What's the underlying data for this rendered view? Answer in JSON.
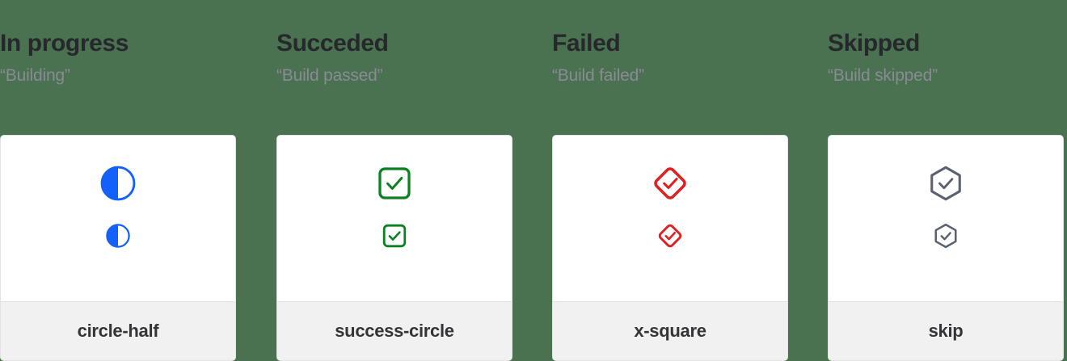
{
  "page": {
    "background_color": "#4a7150",
    "card_background": "#ffffff",
    "card_footer_background": "#f1f1f1",
    "card_border_color": "#e3e3e3"
  },
  "columns": [
    {
      "title": "In progress",
      "subtitle": "“Building”",
      "icon_name": "circle-half-icon",
      "icon_label": "circle-half",
      "color": "#1361fa"
    },
    {
      "title": "Succeded",
      "subtitle": "“Build passed”",
      "icon_name": "success-circle-icon",
      "icon_label": "success-circle",
      "color": "#0b8021"
    },
    {
      "title": "Failed",
      "subtitle": "“Build failed”",
      "icon_name": "x-square-icon",
      "icon_label": "x-square",
      "color": "#e02020"
    },
    {
      "title": "Skipped",
      "subtitle": "“Build skipped”",
      "icon_name": "skip-icon",
      "icon_label": "skip",
      "color": "#5a6270"
    }
  ]
}
